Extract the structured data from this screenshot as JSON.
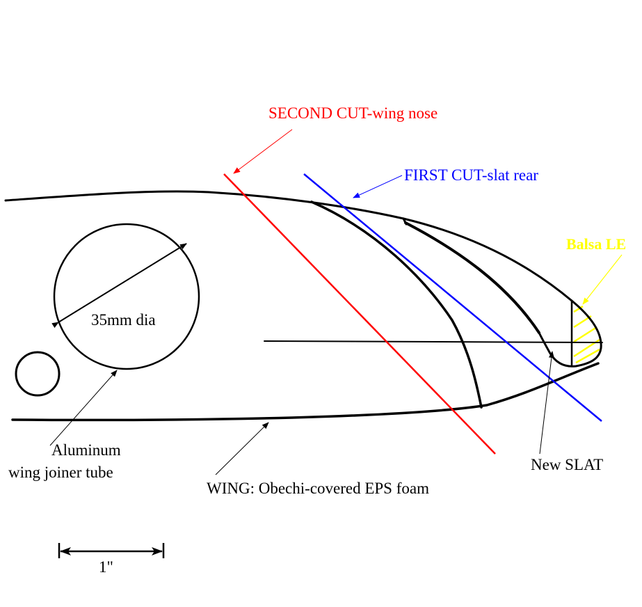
{
  "labels": {
    "second_cut": "SECOND CUT-wing nose",
    "first_cut": "FIRST CUT-slat rear",
    "balsa": "Balsa LE",
    "diameter": "35mm dia",
    "aluminum_line1": "Aluminum",
    "aluminum_line2": "wing joiner tube",
    "wing": "WING:  Obechi-covered EPS foam",
    "slat": "New SLAT",
    "scale": "1\""
  },
  "colors": {
    "second_cut": "#ff0000",
    "first_cut": "#0000ff",
    "balsa": "#ffff00",
    "ink": "#000000"
  }
}
